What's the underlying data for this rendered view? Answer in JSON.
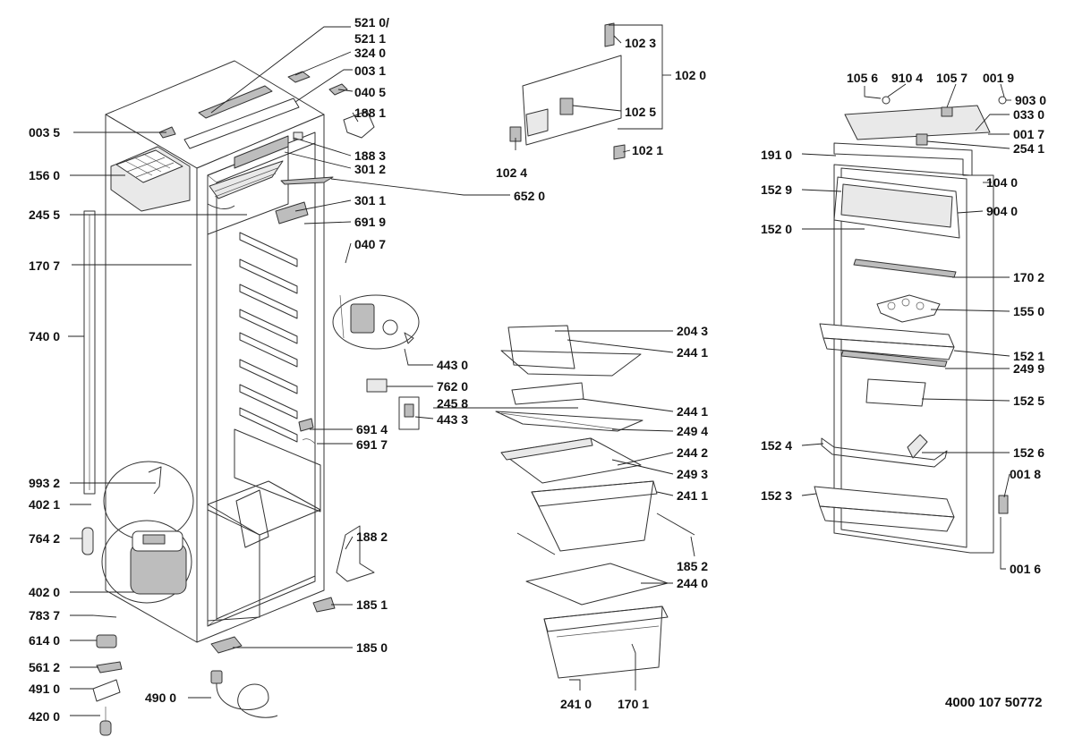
{
  "document_number": "4000 107 50772",
  "callouts": [
    {
      "id": "c0",
      "label": "521 0/"
    },
    {
      "id": "c1",
      "label": "521 1"
    },
    {
      "id": "c2",
      "label": "324 0"
    },
    {
      "id": "c3",
      "label": "003 1"
    },
    {
      "id": "c4",
      "label": "040 5"
    },
    {
      "id": "c5",
      "label": "188 1"
    },
    {
      "id": "c6",
      "label": "003 5"
    },
    {
      "id": "c7",
      "label": "188 3"
    },
    {
      "id": "c8",
      "label": "301 2"
    },
    {
      "id": "c9",
      "label": "156 0"
    },
    {
      "id": "c10",
      "label": "652 0"
    },
    {
      "id": "c11",
      "label": "245 5"
    },
    {
      "id": "c12",
      "label": "301 1"
    },
    {
      "id": "c13",
      "label": "691 9"
    },
    {
      "id": "c14",
      "label": "040 7"
    },
    {
      "id": "c15",
      "label": "170 7"
    },
    {
      "id": "c16",
      "label": "740 0"
    },
    {
      "id": "c17",
      "label": "443 0"
    },
    {
      "id": "c18",
      "label": "762 0"
    },
    {
      "id": "c19",
      "label": "245 8"
    },
    {
      "id": "c20",
      "label": "443 3"
    },
    {
      "id": "c21",
      "label": "691 4"
    },
    {
      "id": "c22",
      "label": "691 7"
    },
    {
      "id": "c23",
      "label": "993 2"
    },
    {
      "id": "c24",
      "label": "402 1"
    },
    {
      "id": "c25",
      "label": "764 2"
    },
    {
      "id": "c26",
      "label": "188 2"
    },
    {
      "id": "c27",
      "label": "402 0"
    },
    {
      "id": "c28",
      "label": "185 1"
    },
    {
      "id": "c29",
      "label": "783 7"
    },
    {
      "id": "c30",
      "label": "614 0"
    },
    {
      "id": "c31",
      "label": "185 0"
    },
    {
      "id": "c32",
      "label": "561 2"
    },
    {
      "id": "c33",
      "label": "491 0"
    },
    {
      "id": "c34",
      "label": "490 0"
    },
    {
      "id": "c35",
      "label": "420 0"
    },
    {
      "id": "c36",
      "label": "102 3"
    },
    {
      "id": "c37",
      "label": "102 0"
    },
    {
      "id": "c38",
      "label": "102 5"
    },
    {
      "id": "c39",
      "label": "102 4"
    },
    {
      "id": "c40",
      "label": "102 1"
    },
    {
      "id": "c41",
      "label": "204 3"
    },
    {
      "id": "c42",
      "label": "244 1"
    },
    {
      "id": "c43",
      "label": "244 1"
    },
    {
      "id": "c44",
      "label": "249 4"
    },
    {
      "id": "c45",
      "label": "244 2"
    },
    {
      "id": "c46",
      "label": "249 3"
    },
    {
      "id": "c47",
      "label": "241 1"
    },
    {
      "id": "c48",
      "label": "185 2"
    },
    {
      "id": "c49",
      "label": "244 0"
    },
    {
      "id": "c50",
      "label": "241 0"
    },
    {
      "id": "c51",
      "label": "170 1"
    },
    {
      "id": "c52",
      "label": "105 6"
    },
    {
      "id": "c53",
      "label": "910 4"
    },
    {
      "id": "c54",
      "label": "105 7"
    },
    {
      "id": "c55",
      "label": "001 9"
    },
    {
      "id": "c56",
      "label": "903 0"
    },
    {
      "id": "c57",
      "label": "033 0"
    },
    {
      "id": "c58",
      "label": "001 7"
    },
    {
      "id": "c59",
      "label": "254 1"
    },
    {
      "id": "c60",
      "label": "191 0"
    },
    {
      "id": "c61",
      "label": "104 0"
    },
    {
      "id": "c62",
      "label": "152 9"
    },
    {
      "id": "c63",
      "label": "904 0"
    },
    {
      "id": "c64",
      "label": "152 0"
    },
    {
      "id": "c65",
      "label": "170 2"
    },
    {
      "id": "c66",
      "label": "155 0"
    },
    {
      "id": "c67",
      "label": "152 1"
    },
    {
      "id": "c68",
      "label": "249 9"
    },
    {
      "id": "c69",
      "label": "152 5"
    },
    {
      "id": "c70",
      "label": "152 4"
    },
    {
      "id": "c71",
      "label": "152 6"
    },
    {
      "id": "c72",
      "label": "001 8"
    },
    {
      "id": "c73",
      "label": "152 3"
    },
    {
      "id": "c74",
      "label": "001 6"
    }
  ]
}
